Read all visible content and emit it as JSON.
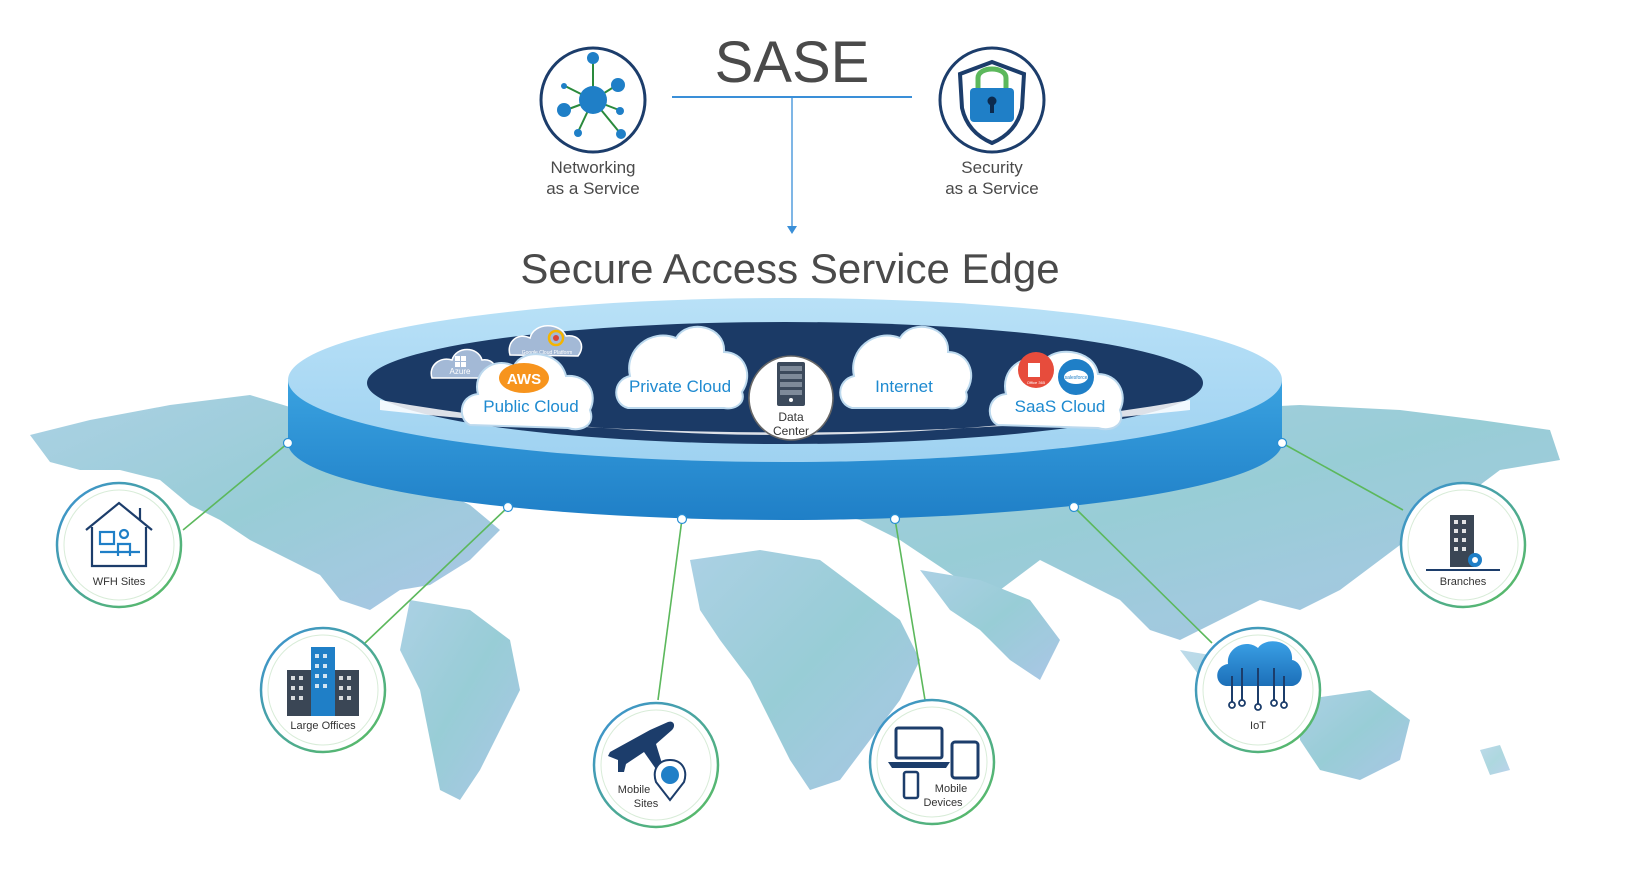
{
  "header": {
    "title": "SASE",
    "subtitle": "Secure Access Service Edge"
  },
  "pillars": {
    "networking": {
      "line1": "Networking",
      "line2": "as a Service",
      "icon": "network-node-icon"
    },
    "security": {
      "line1": "Security",
      "line2": "as a Service",
      "icon": "shield-lock-icon"
    }
  },
  "ring": {
    "clouds": {
      "public": "Public Cloud",
      "private": "Private Cloud",
      "internet": "Internet",
      "saas": "SaaS Cloud"
    },
    "data_center": {
      "line1": "Data",
      "line2": "Center"
    },
    "aws": "AWS",
    "azure": "Azure",
    "google": "Google Cloud Platform",
    "office365": "Office 365",
    "salesforce": "salesforce"
  },
  "endpoints": {
    "wfh": "WFH Sites",
    "large_offices": "Large Offices",
    "mobile_sites": {
      "line1": "Mobile",
      "line2": "Sites"
    },
    "mobile_devices": {
      "line1": "Mobile",
      "line2": "Devices"
    },
    "iot": "IoT",
    "branches": "Branches"
  },
  "colors": {
    "title_text": "#4a4a4a",
    "ring_top": "#a9d8f3",
    "ring_side": "#2a8fd4",
    "ring_inner": "#1b3a66",
    "cloud_text": "#1e8ad0",
    "accent_green": "#5cb85c",
    "accent_blue": "#3a8fd8",
    "navy": "#1c3d6b",
    "map": "#8cc2d6"
  }
}
